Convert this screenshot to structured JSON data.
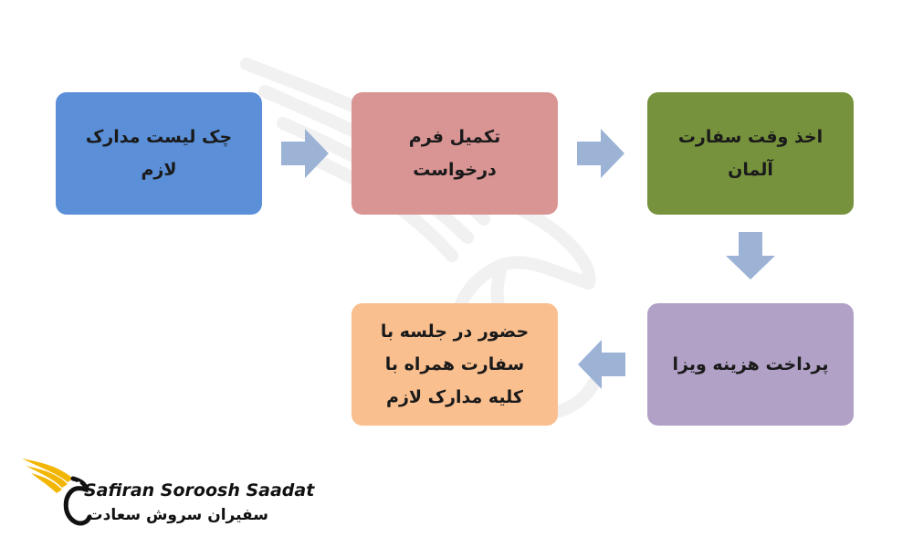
{
  "steps": [
    {
      "label": "چک لیست مدارک لازم",
      "color": "#5b8fd8"
    },
    {
      "label": "تکمیل فرم درخواست",
      "color": "#d99494"
    },
    {
      "label": "اخذ وقت سفارت آلمان",
      "color": "#76923c"
    },
    {
      "label": "پرداخت هزینه ویزا",
      "color": "#b2a1c7"
    },
    {
      "label": "حضور در جلسه با سفارت همراه با کلیه مدارک لازم",
      "color": "#fabf8f"
    }
  ],
  "arrow_color": "#9cb3d6",
  "brand": {
    "name_en": "Safiran Soroosh Saadat",
    "name_fa": "سفیران سروش سعادت",
    "accent": "#f2b705"
  }
}
